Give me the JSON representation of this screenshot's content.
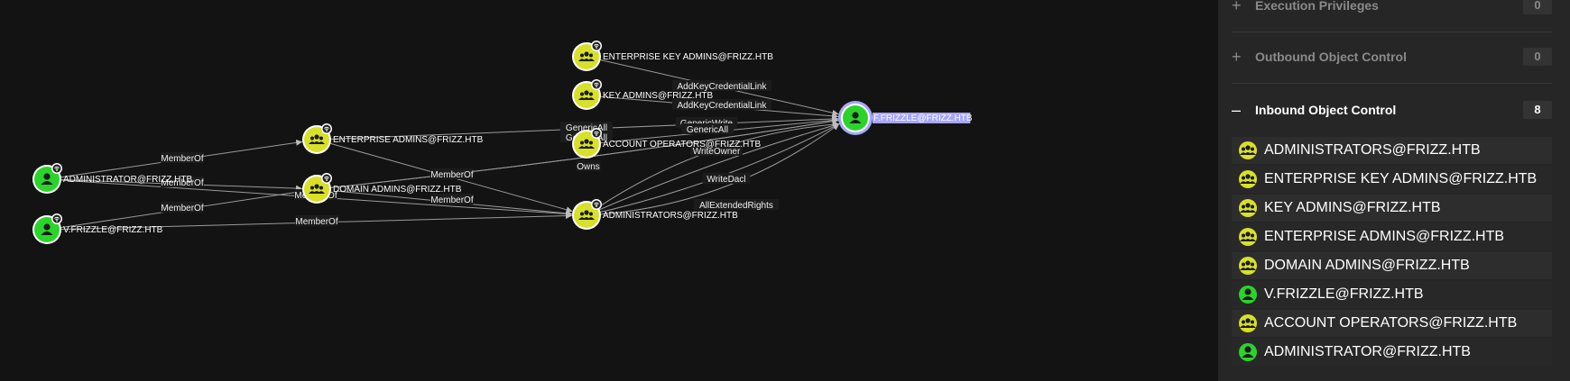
{
  "colors": {
    "group_node": "#d8e02a",
    "user_node": "#2bd42b",
    "target_highlight": "#a6a6ff",
    "background": "#131313",
    "panel": "#262626"
  },
  "graph": {
    "nodes": [
      {
        "id": "ekadmins",
        "label": "ENTERPRISE KEY ADMINS@FRIZZ.HTB",
        "kind": "group"
      },
      {
        "id": "kadmins",
        "label": "KEY ADMINS@FRIZZ.HTB",
        "kind": "group"
      },
      {
        "id": "eadmins",
        "label": "ENTERPRISE ADMINS@FRIZZ.HTB",
        "kind": "group"
      },
      {
        "id": "acctops",
        "label": "ACCOUNT OPERATORS@FRIZZ.HTB",
        "kind": "group"
      },
      {
        "id": "administrator",
        "label": "ADMINISTRATOR@FRIZZ.HTB",
        "kind": "user"
      },
      {
        "id": "dadmins",
        "label": "DOMAIN ADMINS@FRIZZ.HTB",
        "kind": "group"
      },
      {
        "id": "vfrizzle",
        "label": "V.FRIZZLE@FRIZZ.HTB",
        "kind": "user"
      },
      {
        "id": "admins",
        "label": "ADMINISTRATORS@FRIZZ.HTB",
        "kind": "group"
      },
      {
        "id": "ffrizzle",
        "label": "F.FRIZZLE@FRIZZ.HTB",
        "kind": "user",
        "target": true
      }
    ],
    "edges": [
      {
        "from": "ekadmins",
        "to": "ffrizzle",
        "label": "AddKeyCredentialLink"
      },
      {
        "from": "kadmins",
        "to": "ffrizzle",
        "label": "AddKeyCredentialLink"
      },
      {
        "from": "eadmins",
        "to": "ffrizzle",
        "label": "GenericAll"
      },
      {
        "from": "dadmins",
        "to": "ffrizzle",
        "label": "GenericAll"
      },
      {
        "from": "acctops",
        "to": "ffrizzle",
        "label": "GenericWrite"
      },
      {
        "from": "admins",
        "to": "ffrizzle",
        "label": "GenericAll"
      },
      {
        "from": "admins",
        "to": "ffrizzle",
        "label": "WriteOwner"
      },
      {
        "from": "dadmins",
        "to": "ffrizzle",
        "label": "Owns"
      },
      {
        "from": "admins",
        "to": "ffrizzle",
        "label": "WriteDacl"
      },
      {
        "from": "admins",
        "to": "ffrizzle",
        "label": "AllExtendedRights"
      },
      {
        "from": "administrator",
        "to": "eadmins",
        "label": "MemberOf"
      },
      {
        "from": "administrator",
        "to": "dadmins",
        "label": "MemberOf"
      },
      {
        "from": "administrator",
        "to": "admins",
        "label": "MemberOf"
      },
      {
        "from": "vfrizzle",
        "to": "dadmins",
        "label": "MemberOf"
      },
      {
        "from": "vfrizzle",
        "to": "admins",
        "label": "MemberOf"
      },
      {
        "from": "eadmins",
        "to": "admins",
        "label": "MemberOf"
      },
      {
        "from": "dadmins",
        "to": "admins",
        "label": "MemberOf"
      }
    ]
  },
  "panel": {
    "sections": [
      {
        "title": "Execution Privileges",
        "toggle": "+",
        "count": "0"
      },
      {
        "title": "Outbound Object Control",
        "toggle": "+",
        "count": "0"
      },
      {
        "title": "Inbound Object Control",
        "toggle": "–",
        "count": "8"
      }
    ],
    "inbound_items": [
      {
        "label": "ADMINISTRATORS@FRIZZ.HTB",
        "kind": "group"
      },
      {
        "label": "ENTERPRISE KEY ADMINS@FRIZZ.HTB",
        "kind": "group"
      },
      {
        "label": "KEY ADMINS@FRIZZ.HTB",
        "kind": "group"
      },
      {
        "label": "ENTERPRISE ADMINS@FRIZZ.HTB",
        "kind": "group"
      },
      {
        "label": "DOMAIN ADMINS@FRIZZ.HTB",
        "kind": "group"
      },
      {
        "label": "V.FRIZZLE@FRIZZ.HTB",
        "kind": "user"
      },
      {
        "label": "ACCOUNT OPERATORS@FRIZZ.HTB",
        "kind": "group"
      },
      {
        "label": "ADMINISTRATOR@FRIZZ.HTB",
        "kind": "user"
      }
    ]
  }
}
